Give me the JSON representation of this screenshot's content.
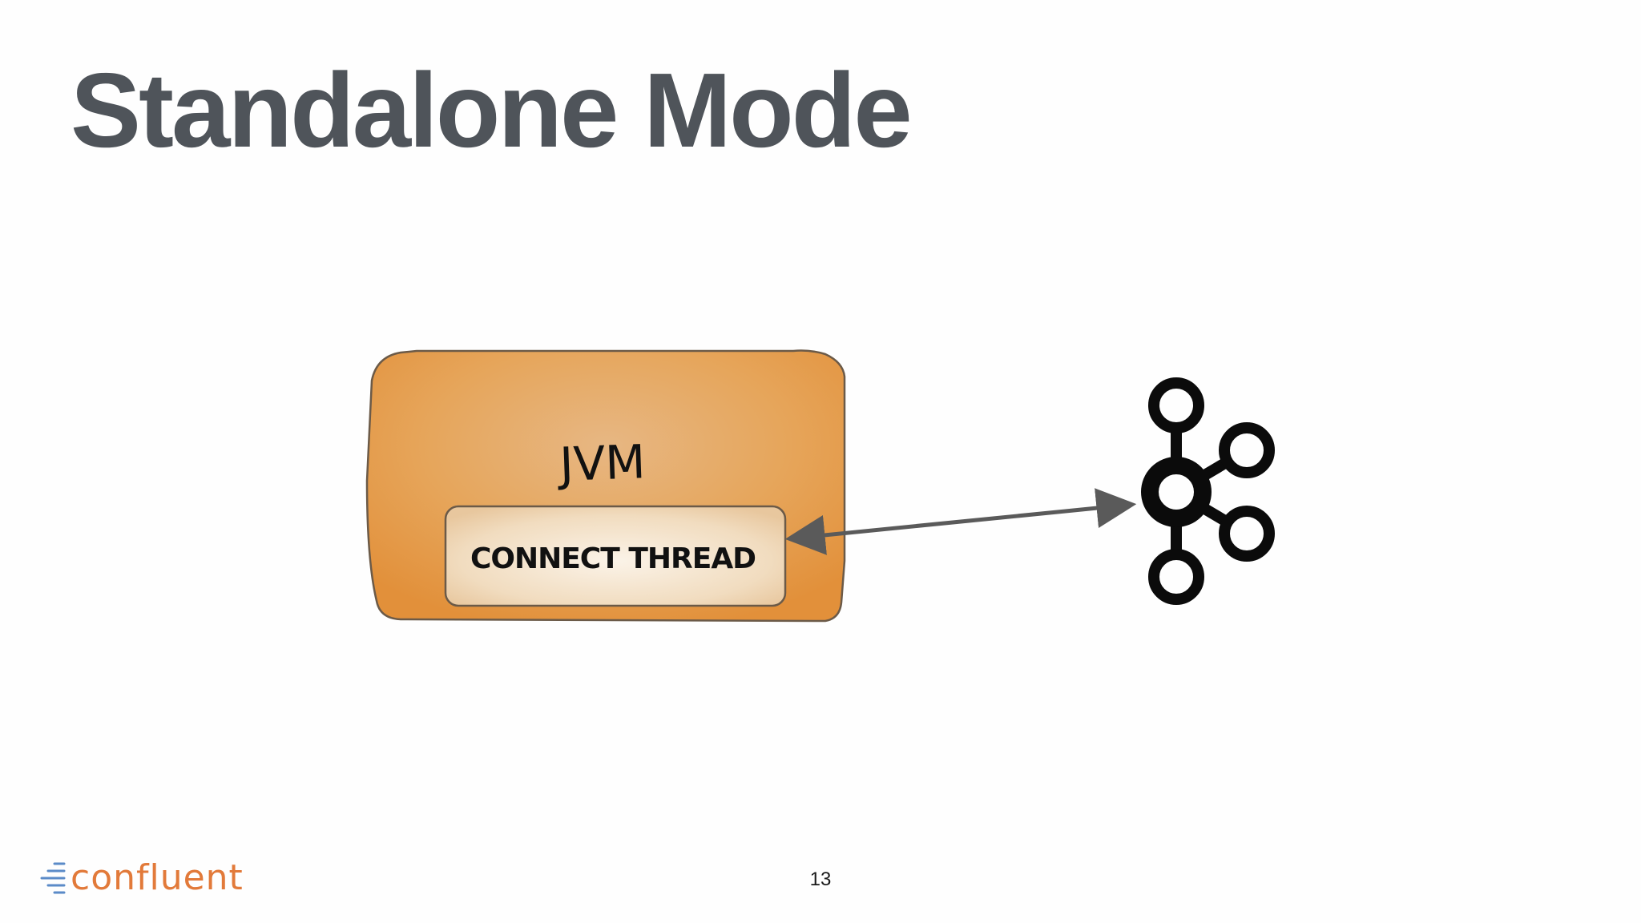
{
  "slide": {
    "title": "Standalone Mode",
    "page_number": "13"
  },
  "diagram": {
    "jvm_label": "JVM",
    "thread_label": "CONNECT THREAD",
    "jvm_color": "#e89a45",
    "thread_color": "#f3dcbc",
    "arrow_color": "#5a5a5a",
    "kafka_icon": "kafka-logo-icon"
  },
  "logo": {
    "wordmark": "confluent",
    "color": "#e27a3a",
    "mark_color": "#5b8bc8"
  }
}
